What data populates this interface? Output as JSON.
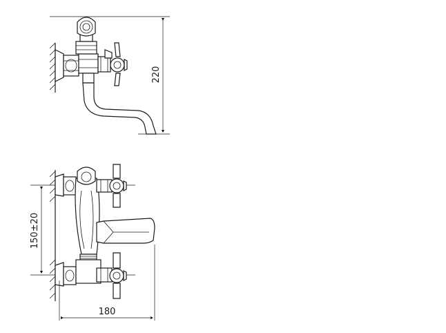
{
  "drawing": {
    "dimensions": {
      "height": "220",
      "inlet_spacing": "150±20",
      "projection": "180"
    }
  }
}
